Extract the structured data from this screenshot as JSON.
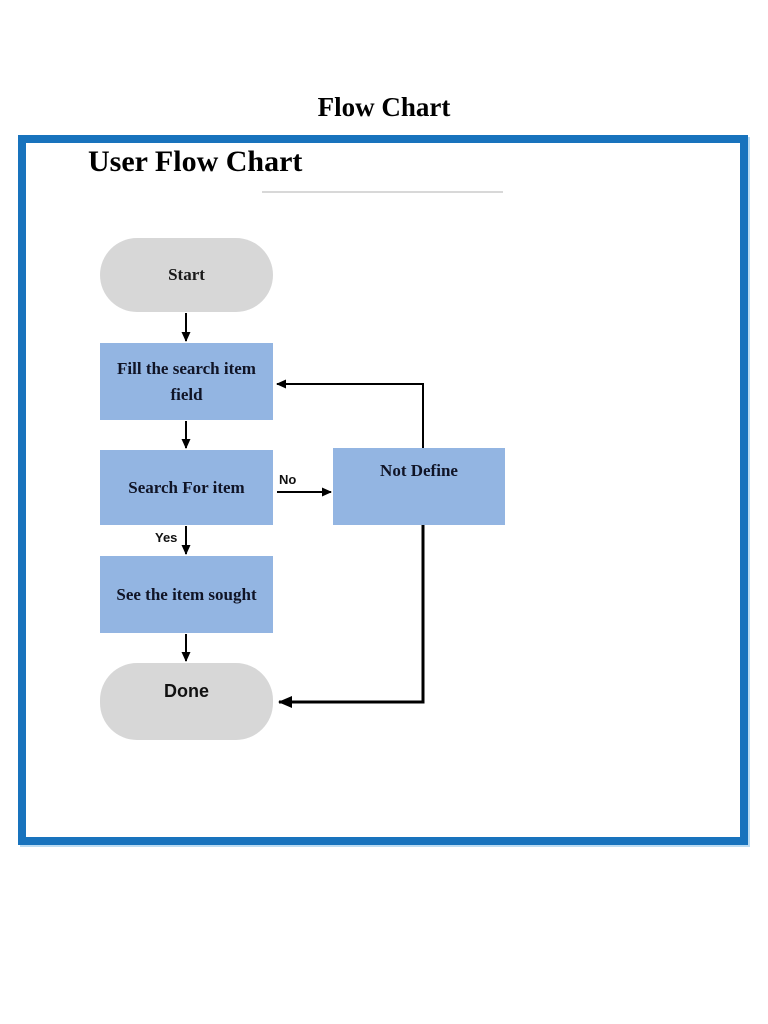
{
  "page": {
    "title": "Flow Chart"
  },
  "panel": {
    "heading": "User Flow Chart",
    "border_color": "#1873BD"
  },
  "flowchart": {
    "nodes": [
      {
        "id": "start",
        "label": "Start",
        "type": "terminator"
      },
      {
        "id": "fill",
        "label": "Fill the search item field",
        "type": "process"
      },
      {
        "id": "search",
        "label": "Search For item",
        "type": "process"
      },
      {
        "id": "not-define",
        "label": "Not Define",
        "type": "process"
      },
      {
        "id": "see",
        "label": "See the item sought",
        "type": "process"
      },
      {
        "id": "done",
        "label": "Done",
        "type": "terminator"
      }
    ],
    "edges": [
      {
        "from": "start",
        "to": "fill",
        "label": ""
      },
      {
        "from": "fill",
        "to": "search",
        "label": ""
      },
      {
        "from": "search",
        "to": "not-define",
        "label": "No"
      },
      {
        "from": "search",
        "to": "see",
        "label": "Yes"
      },
      {
        "from": "see",
        "to": "done",
        "label": ""
      },
      {
        "from": "not-define",
        "to": "fill",
        "label": ""
      },
      {
        "from": "not-define",
        "to": "done",
        "label": ""
      }
    ],
    "edge_labels": {
      "no": "No",
      "yes": "Yes"
    },
    "colors": {
      "process_fill": "#93B5E2",
      "terminator_fill": "#D7D7D7",
      "connector": "#000000",
      "node_text": "#101426"
    }
  }
}
